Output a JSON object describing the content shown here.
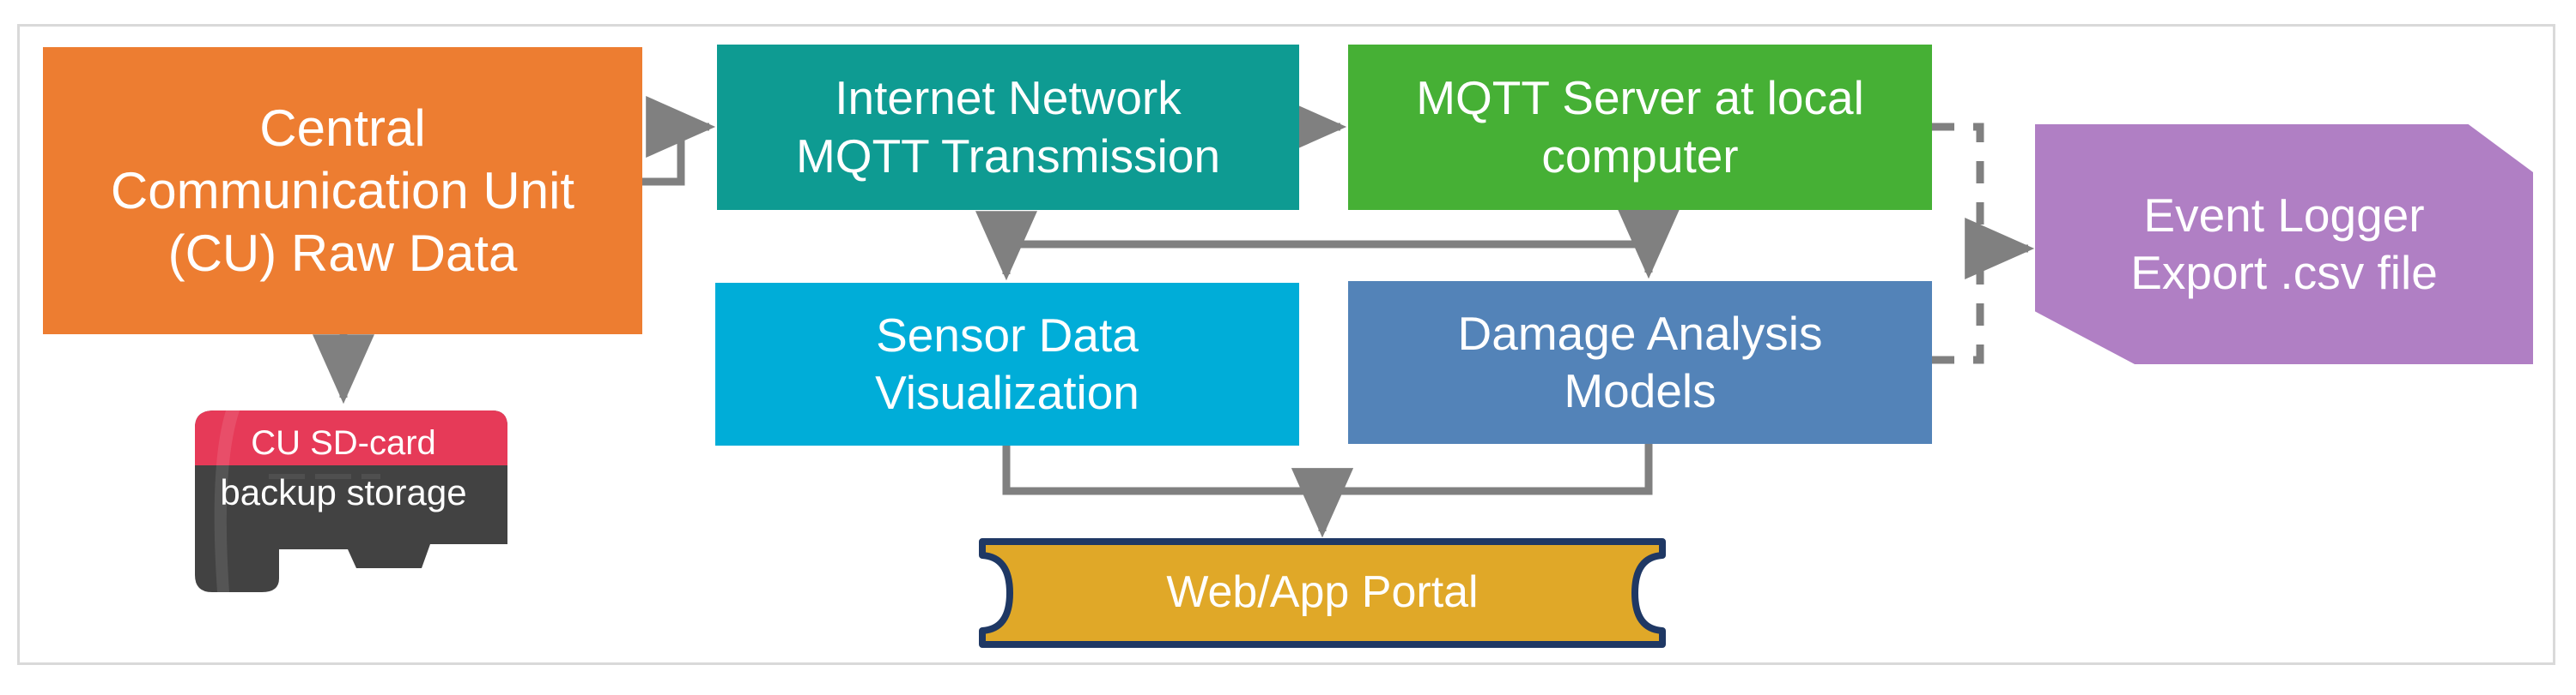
{
  "diagram": {
    "title": "IoT structural monitoring data flow",
    "background": "#ffffff",
    "frame_border_color": "#d9d9d9",
    "connector_color": "#808080",
    "nodes": {
      "central_unit": {
        "label": "Central Communication Unit (CU) Raw Data",
        "line1": "Central",
        "line2": "Communication Unit",
        "line3": "(CU) Raw Data",
        "color": "#ED7D31",
        "shape": "rectangle"
      },
      "sd_card": {
        "label": "CU SD-card backup storage",
        "top_label": "CU SD-card",
        "bottom_label": "backup storage",
        "top_color": "#E63A58",
        "body_color": "#424242",
        "shape": "microsd-card-icon"
      },
      "internet": {
        "label": "Internet Network MQTT Transmission",
        "line1": "Internet Network",
        "line2": "MQTT Transmission",
        "color": "#0E9B92",
        "shape": "rectangle"
      },
      "mqtt_server": {
        "label": "MQTT Server at local computer",
        "line1": "MQTT Server at local",
        "line2": "computer",
        "color": "#46B035",
        "shape": "rectangle"
      },
      "sensor_viz": {
        "label": "Sensor Data Visualization",
        "line1": "Sensor Data",
        "line2": "Visualization",
        "color": "#00ADD8",
        "shape": "rectangle"
      },
      "damage_models": {
        "label": "Damage Analysis Models",
        "line1": "Damage Analysis",
        "line2": "Models",
        "color": "#5383B8",
        "shape": "rectangle"
      },
      "event_logger": {
        "label": "Event Logger Export .csv file",
        "line1": "Event Logger",
        "line2": "Export .csv file",
        "color": "#B07FC4",
        "shape": "cut-corner-pentagon"
      },
      "web_portal": {
        "label": "Web/App Portal",
        "fill_color": "#E0A828",
        "border_color": "#1F3864",
        "shape": "plaque"
      }
    },
    "edges": [
      {
        "from": "central_unit",
        "to": "internet",
        "style": "solid",
        "arrow": true
      },
      {
        "from": "central_unit",
        "to": "sd_card",
        "style": "solid",
        "arrow": true
      },
      {
        "from": "internet",
        "to": "mqtt_server",
        "style": "solid",
        "arrow": true
      },
      {
        "from": "mqtt_server",
        "to": "sensor_viz",
        "style": "solid",
        "arrow": true
      },
      {
        "from": "mqtt_server",
        "to": "damage_models",
        "style": "solid",
        "arrow": true
      },
      {
        "from": "mqtt_server",
        "to": "event_logger",
        "style": "dashed",
        "arrow": true
      },
      {
        "from": "damage_models",
        "to": "event_logger",
        "style": "dashed",
        "arrow": true
      },
      {
        "from": "sensor_viz",
        "to": "web_portal",
        "style": "solid",
        "arrow": true
      },
      {
        "from": "damage_models",
        "to": "web_portal",
        "style": "solid",
        "arrow": true
      }
    ]
  }
}
